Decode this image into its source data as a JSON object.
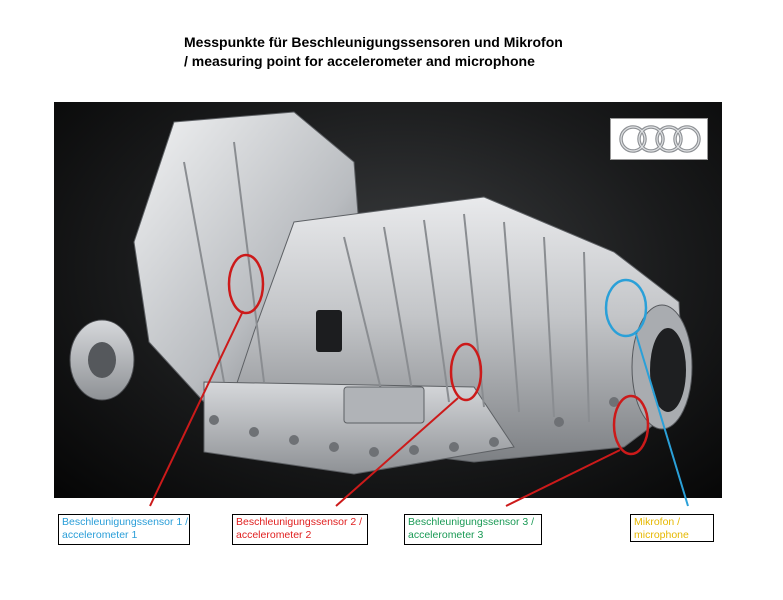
{
  "title": {
    "line1": "Messpunkte für Beschleunigungssensoren und Mikrofon",
    "line2": "/ measuring point for accelerometer and microphone"
  },
  "photo": {
    "subject": "transmission-housing",
    "logo": "four-rings-logo"
  },
  "labels": [
    {
      "line1": "Beschleunigungssensor 1 /",
      "line2": "accelerometer 1",
      "color": "#2a9ed8"
    },
    {
      "line1": "Beschleunigungssensor 2 /",
      "line2": "accelerometer 2",
      "color": "#e02020"
    },
    {
      "line1": "Beschleunigungssensor 3 /",
      "line2": "accelerometer 3",
      "color": "#1a9a55"
    },
    {
      "line1": "Mikrofon /",
      "line2": "microphone",
      "color": "#e6b800"
    }
  ],
  "colors": {
    "marker_red": "#cc1a1a",
    "marker_blue": "#2aa0d8"
  }
}
